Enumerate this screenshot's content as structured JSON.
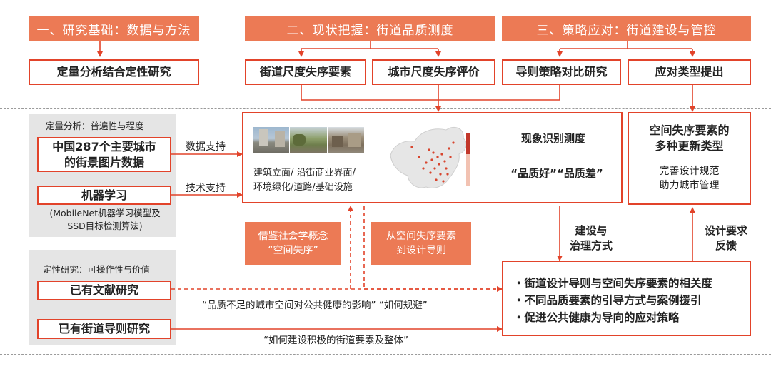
{
  "headers": {
    "h1": "一、研究基础：数据与方法",
    "h2": "二、现状把握：街道品质测度",
    "h3": "三、策略应对：街道建设与管控"
  },
  "row2": {
    "b1": "定量分析结合定性研究",
    "b2": "街道尺度失序要素",
    "b3": "城市尺度失序评价",
    "b4": "导则策略对比研究",
    "b5": "应对类型提出"
  },
  "left": {
    "quant_title": "定量分析：普遍性与程度",
    "data_box": [
      "中国287个主要城市",
      "的街景图片数据"
    ],
    "ml_box": "机器学习",
    "ml_note": [
      "(MobileNet机器学习模型及",
      "SSD目标检测算法)"
    ],
    "qual_title": "定性研究：可操作性与价值",
    "lit_box": "已有文献研究",
    "guide_box": "已有街道导则研究"
  },
  "arrows": {
    "data_support": "数据支持",
    "tech_support": "技术支持",
    "build_manage": [
      "建设与",
      "治理方式"
    ],
    "design_feedback": [
      "设计要求",
      "反馈"
    ]
  },
  "center": {
    "elements": [
      "建筑立面/ 沿街商业界面/",
      "环境绿化/道路/基础设施"
    ],
    "measure_title": "现象识别测度",
    "quality": "“品质好”“品质差”"
  },
  "right_top": {
    "title": [
      "空间失序要素的",
      "多种更新类型"
    ],
    "sub": [
      "完善设计规范",
      "助力城市管理"
    ]
  },
  "orange_cards": {
    "c1": [
      "借鉴社会学概念",
      "“空间失序”"
    ],
    "c2": [
      "从空间失序要素",
      "到设计导则"
    ]
  },
  "bottom_box": [
    "・街道设计导则与空间失序要素的相关度",
    "・不同品质要素的引导方式与案例援引",
    "・促进公共健康为导向的应对策略"
  ],
  "quotes": {
    "q1": "“品质不足的城市空间对公共健康的影响”  “如何规避”",
    "q2": "“如何建设积极的街道要素及整体”"
  },
  "colors": {
    "accent": "#e2432a",
    "header_fill": "#ec7a55",
    "grey_panel": "#e5e5e5"
  }
}
